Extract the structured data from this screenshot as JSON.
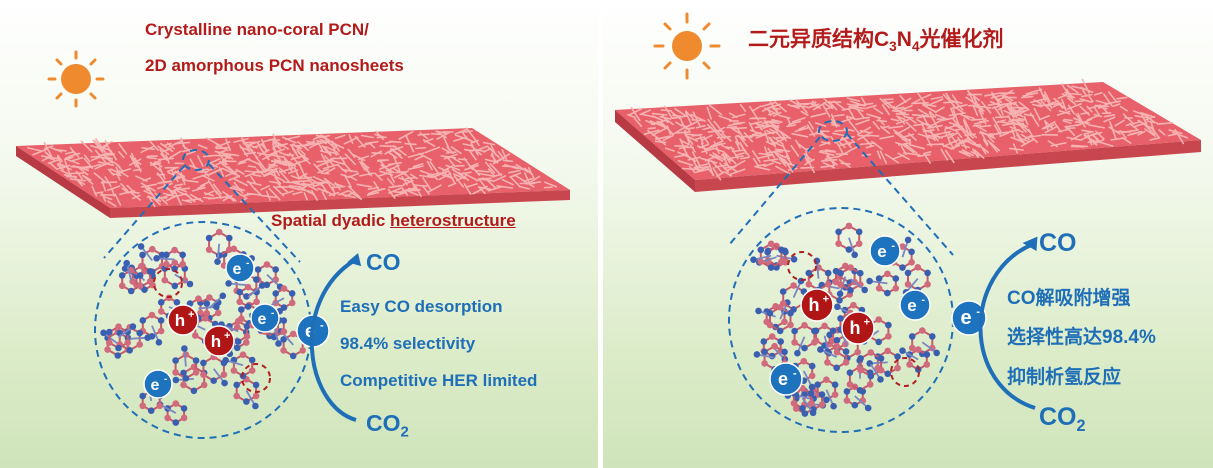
{
  "left": {
    "title_line1": "Crystalline nano-coral PCN/",
    "title_line2": "2D amorphous PCN nanosheets",
    "spatial_label": "Spatial dyadic ",
    "spatial_label_underlined": "heterostructure",
    "co_label": "CO",
    "co2_label_main": "CO",
    "co2_label_sub": "2",
    "notes": [
      "Easy CO desorption",
      "98.4% selectivity",
      "Competitive HER limited"
    ],
    "electron_glyph": "e",
    "electron_sign": "-",
    "hole_glyph": "h",
    "hole_sign": "+"
  },
  "right": {
    "title_main": "二元异质结构C",
    "title_sub1": "3",
    "title_mid": "N",
    "title_sub2": "4",
    "title_end": "光催化剂",
    "co_label": "CO",
    "co2_label_main": "CO",
    "co2_label_sub": "2",
    "notes": [
      "CO解吸附增强",
      "选择性高达98.4%",
      "抑制析氢反应"
    ],
    "electron_glyph": "e",
    "electron_sign": "-",
    "hole_glyph": "h",
    "hole_sign": "+"
  },
  "colors": {
    "sheet": "#e8606a",
    "sheet_side": "#b83a45",
    "fiber": "#f6b3b2",
    "sun": "#f08a2e",
    "accent_blue": "#1f6fb8",
    "electron": "#1e73be",
    "hole": "#b11616",
    "dashed_red": "#b02020",
    "title_red": "#b31b1b"
  },
  "icons": [
    "sun-icon",
    "arrow-icon"
  ]
}
